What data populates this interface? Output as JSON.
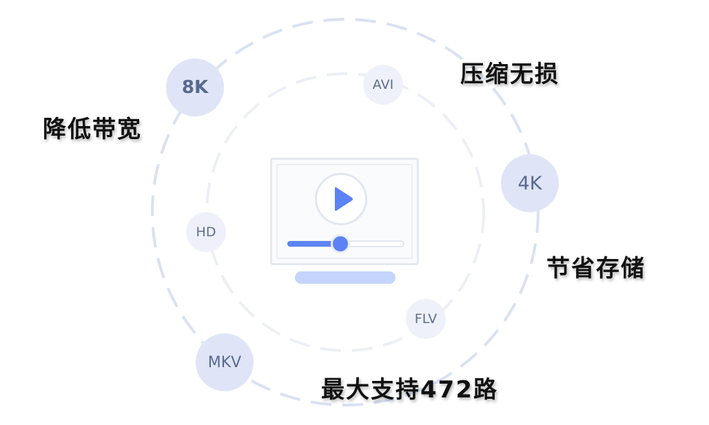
{
  "colors": {
    "accent": "#5c82f4",
    "badge_large_bg": "#dfe5f6",
    "badge_small_bg": "#eef1f9",
    "outer_ring": "#d9e1f2",
    "inner_ring": "#eceff5",
    "text_dark": "#111111"
  },
  "badges": {
    "b8k": "8K",
    "b4k": "4K",
    "mkv": "MKV",
    "avi": "AVI",
    "hd": "HD",
    "flv": "FLV"
  },
  "features": {
    "compression": "压缩无损",
    "bandwidth": "降低带宽",
    "storage": "节省存储",
    "channels": "最大支持472路"
  },
  "player": {
    "icon": "play-icon",
    "progress": 0.45
  }
}
